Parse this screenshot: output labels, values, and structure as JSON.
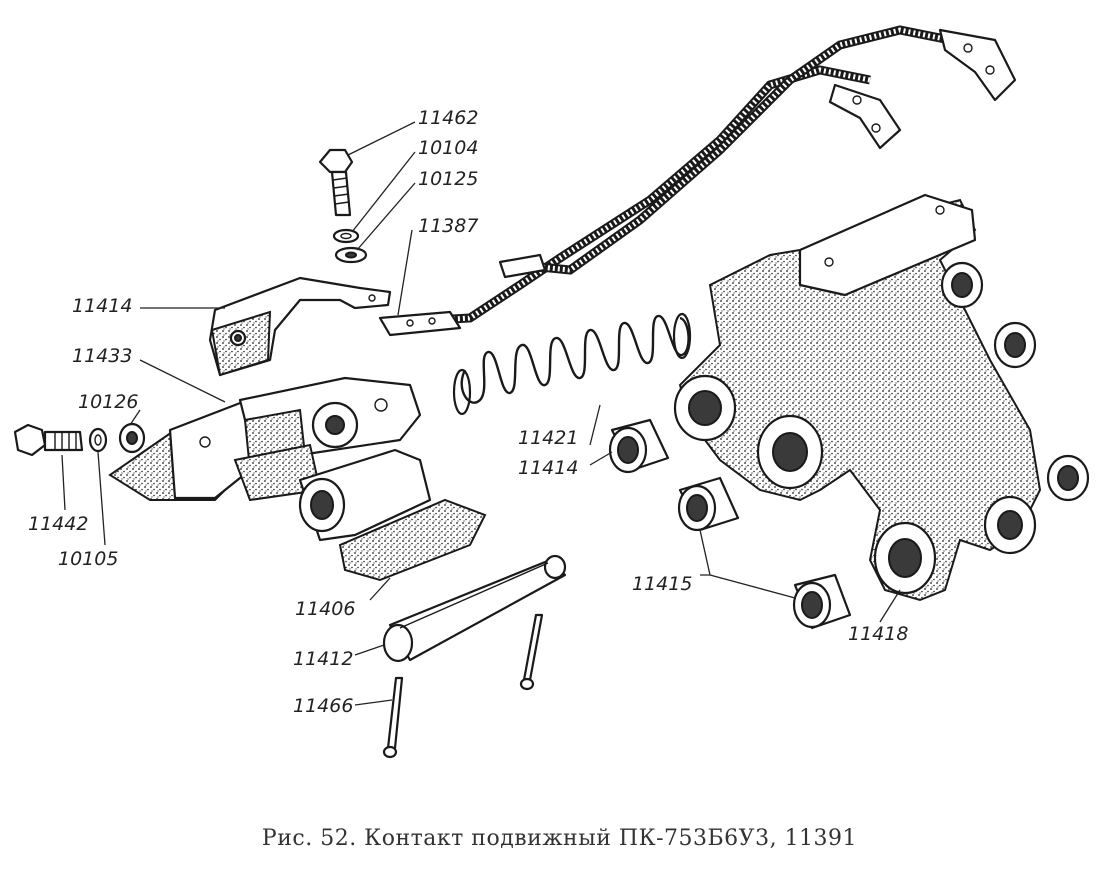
{
  "figure": {
    "caption": "Рис. 52. Контакт подвижный ПК-753Б6У3, 11391"
  },
  "callouts": {
    "c11462": "11462",
    "c10104": "10104",
    "c10125": "10125",
    "c11387": "11387",
    "c11414a": "11414",
    "c11433": "11433",
    "c10126": "10126",
    "c11442": "11442",
    "c10105": "10105",
    "c11421": "11421",
    "c11414b": "11414",
    "c11406": "11406",
    "c11412": "11412",
    "c11466": "11466",
    "c11415": "11415",
    "c11418": "11418"
  },
  "colors": {
    "ink": "#1a1a1a",
    "paper": "#ffffff",
    "caption": "#333333"
  }
}
